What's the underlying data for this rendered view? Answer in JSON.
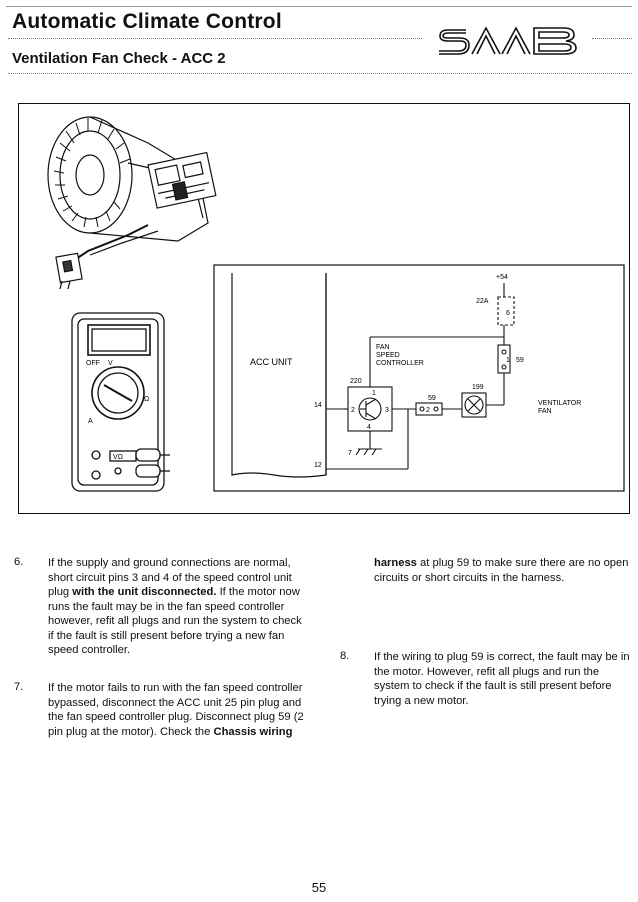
{
  "header": {
    "title": "Automatic Climate Control",
    "subtitle": "Ventilation Fan Check - ACC 2",
    "logo_text": "SAAB"
  },
  "diagram": {
    "acc_unit": "ACC UNIT",
    "plus54": "+54",
    "fuse_label": "22A",
    "fuse_num": "6",
    "fan_speed_controller": [
      "FAN",
      "SPEED",
      "CONTROLLER"
    ],
    "connector_59_pin": "1",
    "connector_59_label": "59",
    "plug_220": "220",
    "plug_199": "199",
    "plug_59_top": "59",
    "plug_59_inner": "2",
    "pin_1": "1",
    "pin_2": "2",
    "pin_3": "3",
    "pin_4": "4",
    "pin_7": "7",
    "pin_14": "14",
    "pin_12": "12",
    "ventilator_fan": [
      "VENTILATOR",
      "FAN"
    ],
    "meter_off": "OFF",
    "meter_v": "V",
    "meter_omega": "Ω",
    "meter_a": "A",
    "meter_jack": "VΩ"
  },
  "steps": [
    {
      "number": "6.",
      "segments": [
        {
          "text": "If the supply and ground connections are normal, short circuit pins 3 and 4 of the speed control unit plug ",
          "bold": false
        },
        {
          "text": "with the unit disconnected.",
          "bold": true
        },
        {
          "text": " If the motor now runs the fault may be in the fan speed controller however, refit all plugs and run the system to check if the fault is still present before trying a new fan speed controller.",
          "bold": false
        }
      ]
    },
    {
      "number": "7.",
      "segments": [
        {
          "text": "If the motor fails to run with the fan speed controller bypassed, disconnect the ACC unit 25 pin plug and the fan speed controller plug. Disconnect plug 59 (2 pin plug at the motor). Check the ",
          "bold": false
        },
        {
          "text": "Chassis wiring harness",
          "bold": true
        },
        {
          "text": " at plug 59 to make sure there are no open circuits or short circuits in the harness.",
          "bold": false
        }
      ]
    },
    {
      "number": "8.",
      "segments": [
        {
          "text": "If the wiring to plug 59 is correct, the fault may be in the motor. However, refit all plugs and run the system to check if the fault is still present before trying a new motor.",
          "bold": false
        }
      ]
    }
  ],
  "page_number": "55"
}
